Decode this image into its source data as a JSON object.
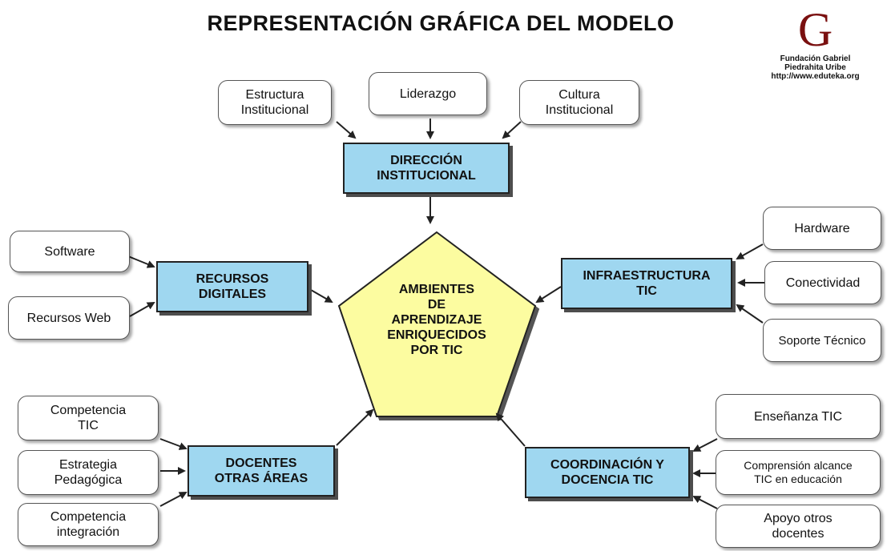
{
  "title": "REPRESENTACIÓN  GRÁFICA DEL MODELO",
  "logo": {
    "line1": "Fundación Gabriel",
    "line2": "Piedrahita Uribe",
    "line3": "http://www.eduteka.org"
  },
  "center": {
    "lines": [
      "AMBIENTES",
      "DE",
      "APRENDIZAJE",
      "ENRIQUECIDOS",
      "POR TIC"
    ]
  },
  "hubs": {
    "direccion": [
      "DIRECCIÓN",
      "INSTITUCIONAL"
    ],
    "recursos": [
      "RECURSOS",
      "DIGITALES"
    ],
    "infraestructura": [
      "INFRAESTRUCTURA",
      "TIC"
    ],
    "docentes": [
      "DOCENTES",
      "OTRAS ÁREAS"
    ],
    "coordinacion": [
      "COORDINACIÓN Y",
      "DOCENCIA TIC"
    ]
  },
  "leaves": {
    "estructura": [
      "Estructura",
      "Institucional"
    ],
    "liderazgo": [
      "Liderazgo"
    ],
    "cultura": [
      "Cultura",
      "Institucional"
    ],
    "software": [
      "Software"
    ],
    "recursos_web": [
      "Recursos Web"
    ],
    "hardware": [
      "Hardware"
    ],
    "conectividad": [
      "Conectividad"
    ],
    "soporte": [
      "Soporte Técnico"
    ],
    "comp_tic": [
      "Competencia",
      "TIC"
    ],
    "estrategia": [
      "Estrategia",
      "Pedagógica"
    ],
    "comp_integracion": [
      "Competencia",
      "integración"
    ],
    "ensenanza": [
      "Enseñanza TIC"
    ],
    "comprension": [
      "Comprensión alcance",
      "TIC en educación"
    ],
    "apoyo": [
      "Apoyo otros",
      "docentes"
    ]
  },
  "colors": {
    "hub_fill": "#9fd7f0",
    "center_fill": "#fcfca0",
    "arrow": "#222222"
  }
}
